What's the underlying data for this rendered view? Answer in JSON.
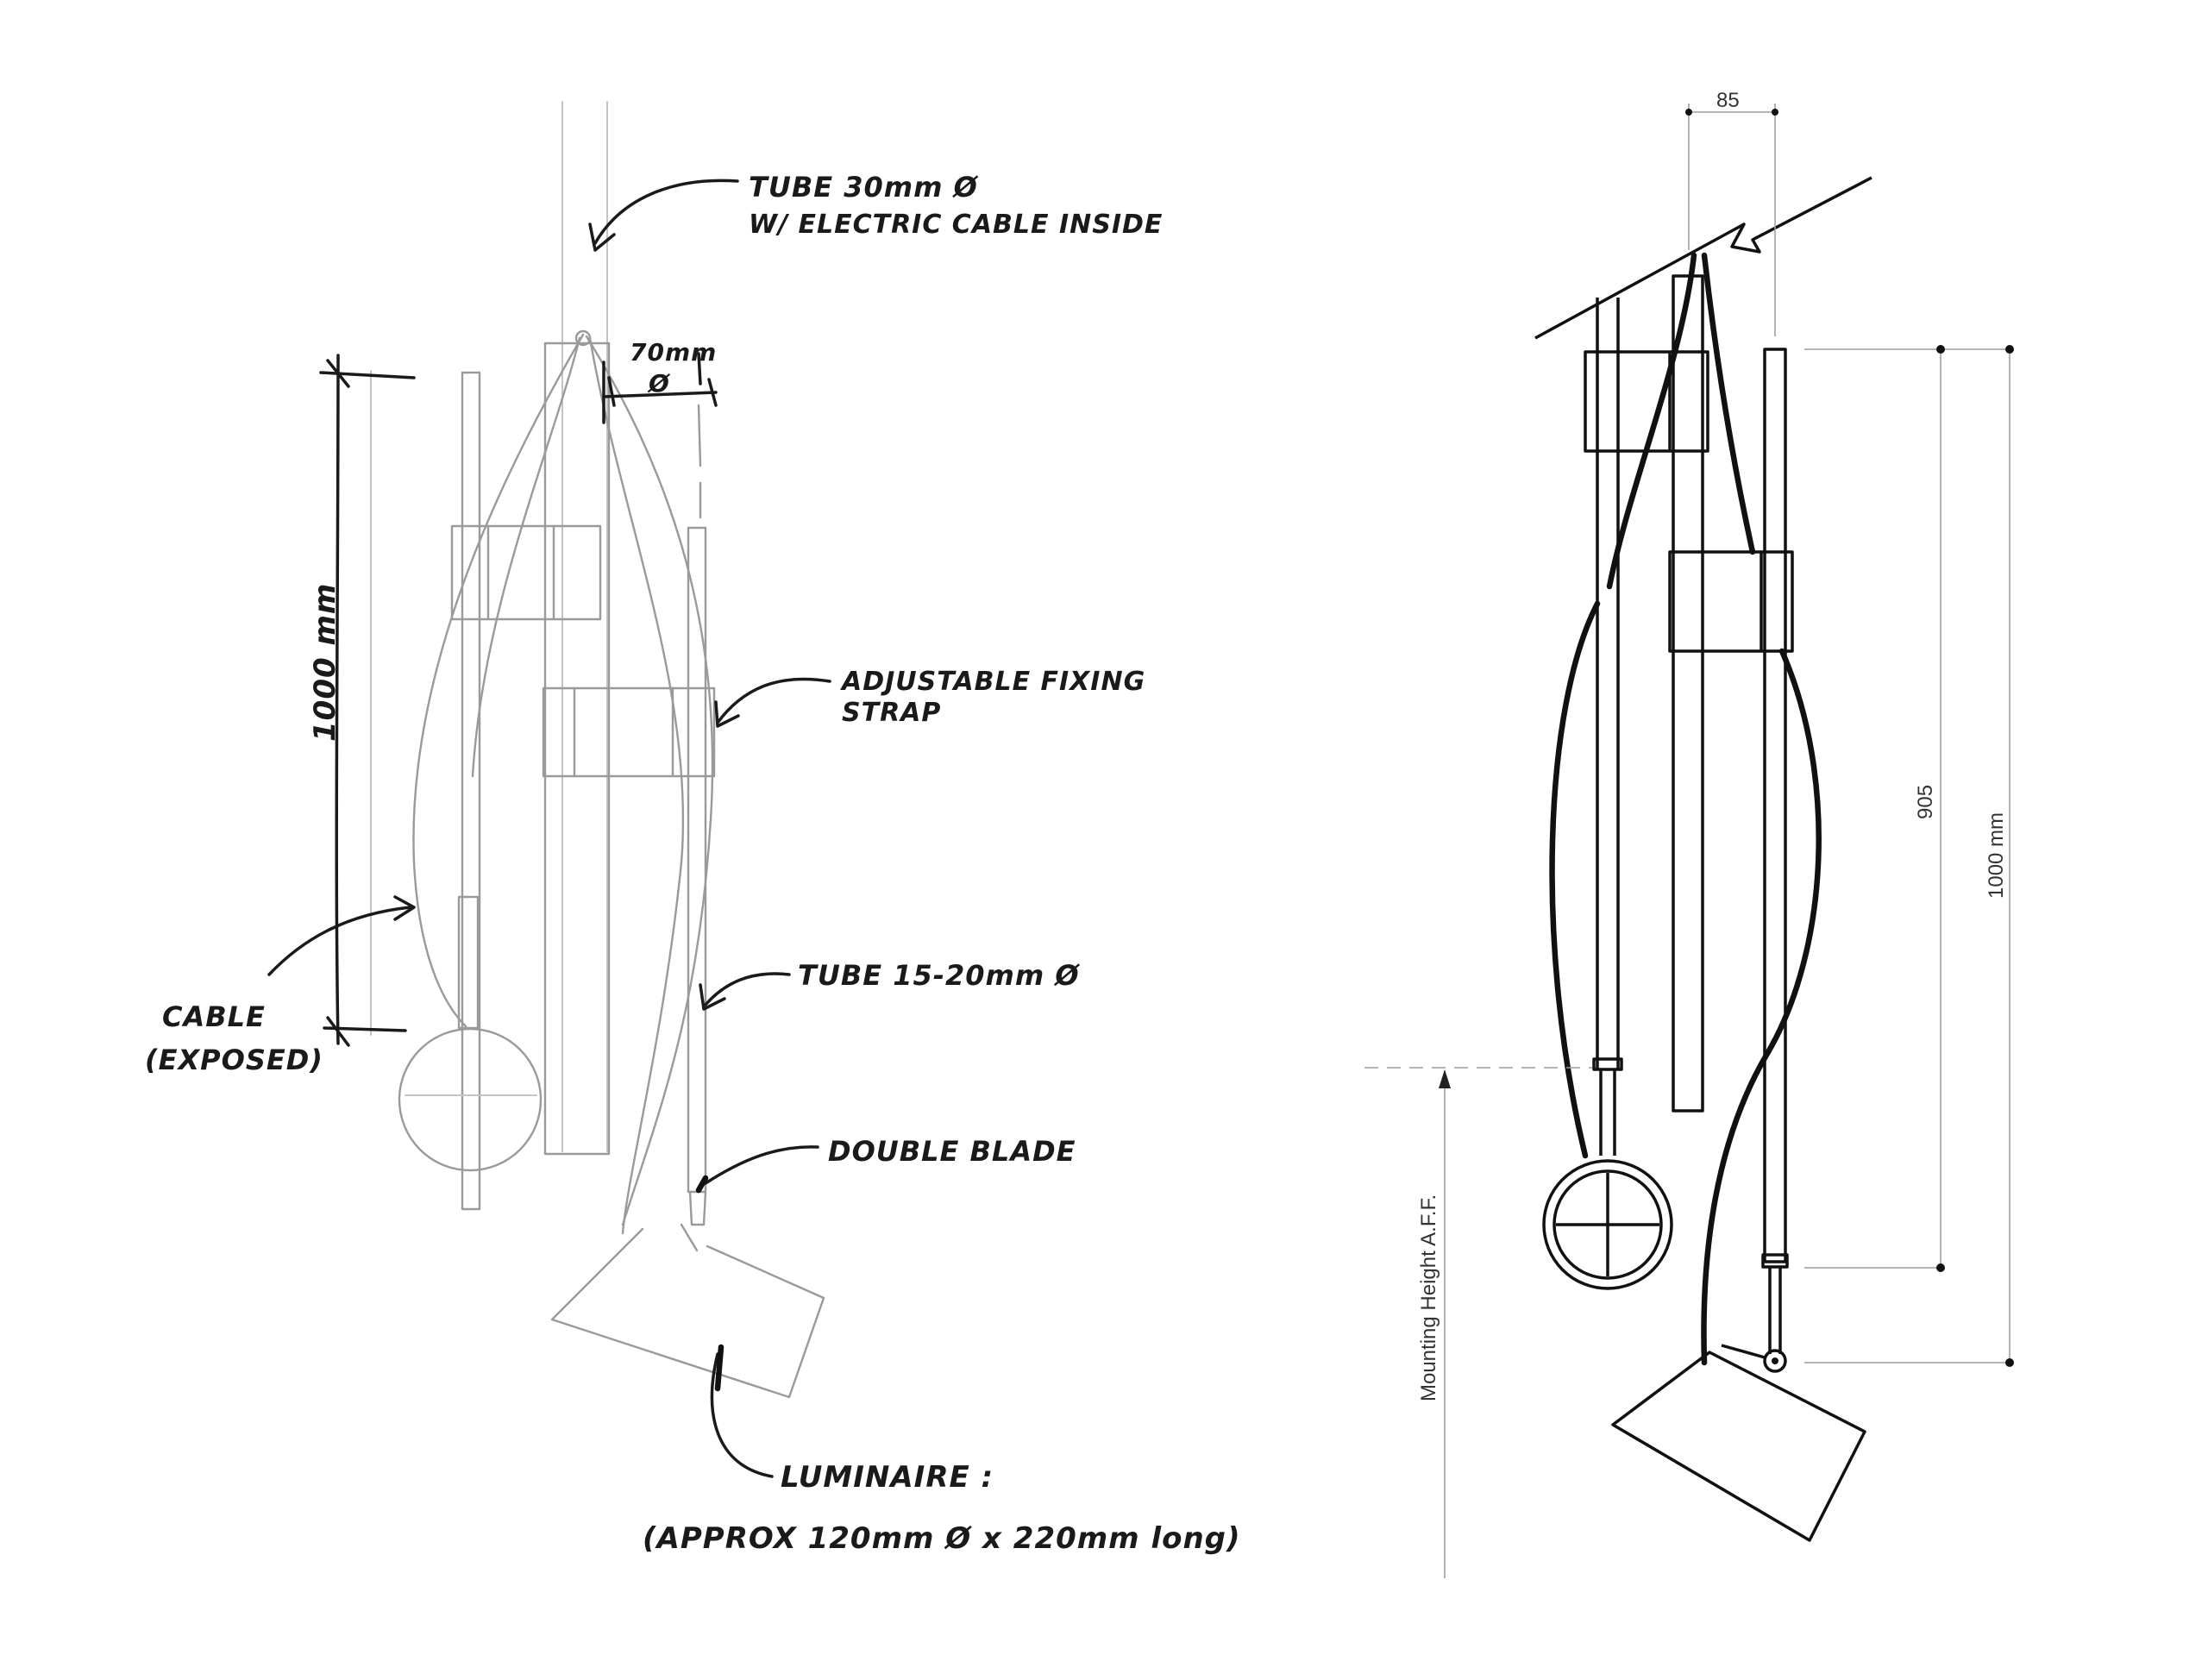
{
  "sketch": {
    "annotations": {
      "tube_30_line1": "TUBE 30mm Ø",
      "tube_30_line2": "W/ ELECTRIC CABLE INSIDE",
      "dia_70": "70mm",
      "dia_symbol": "Ø",
      "height_1000": "1000 mm",
      "strap_line1": "ADJUSTABLE FIXING",
      "strap_line2": "STRAP",
      "cable_line1": "CABLE",
      "cable_line2": "(EXPOSED)",
      "tube_15_20": "TUBE 15-20mm Ø",
      "double_blade": "DOUBLE BLADE",
      "luminaire_line1": "LUMINAIRE :",
      "luminaire_line2": "(APPROX 120mm Ø x 220mm long)"
    }
  },
  "technical": {
    "dim_85": "85",
    "dim_905": "905",
    "dim_1000": "1000 mm",
    "mounting_height": "Mounting Height A.F.F."
  }
}
